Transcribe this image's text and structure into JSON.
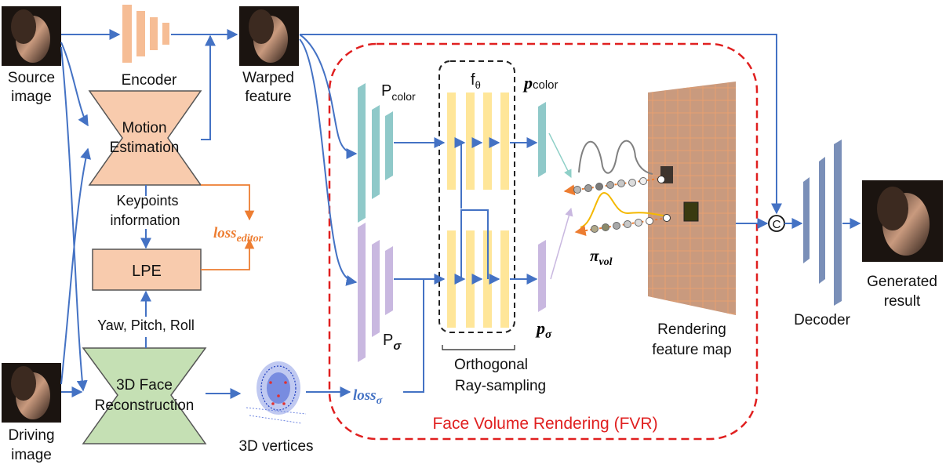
{
  "labels": {
    "source_line1": "Source",
    "source_line2": "image",
    "driving_line1": "Driving",
    "driving_line2": "image",
    "encoder": "Encoder",
    "warped_line1": "Warped",
    "warped_line2": "feature",
    "motion_line1": "Motion",
    "motion_line2": "Estimation",
    "keypoints_line1": "Keypoints",
    "keypoints_line2": "information",
    "loss_editor_base": "loss",
    "loss_editor_sub": "editor",
    "lpe": "LPE",
    "ypr": "Yaw, Pitch, Roll",
    "face3d_line1": "3D Face",
    "face3d_line2": "Reconstruction",
    "vertices": "3D vertices",
    "loss_sigma_base": "loss",
    "loss_sigma_sub": "σ",
    "p_color_base": "P",
    "p_color_sub": "color",
    "p_sigma_base": "P",
    "p_sigma_sub": "σ",
    "f_theta_base": "f",
    "f_theta_sub": "θ",
    "pc_out_base": "p",
    "pc_out_sub": "color",
    "ps_out_base": "p",
    "ps_out_sub": "σ",
    "ortho_line1": "Orthogonal",
    "ortho_line2": "Ray-sampling",
    "pi_base": "π",
    "pi_sub": "vol",
    "render_line1": "Rendering",
    "render_line2": "feature map",
    "concat": "C",
    "decoder": "Decoder",
    "gen_line1": "Generated",
    "gen_line2": "result",
    "fvr": "Face Volume Rendering (FVR)"
  },
  "colors": {
    "arrow_blue": "#4472c4",
    "arrow_orange": "#ed7d31",
    "fvr_red": "#e02020",
    "motion_fill": "#f8cbad",
    "face3d_fill": "#c5e0b4",
    "teal": "#8fc9c9",
    "lavender": "#c9b8e0",
    "yellow": "#ffe699",
    "decoder": "#7a8fb8"
  }
}
